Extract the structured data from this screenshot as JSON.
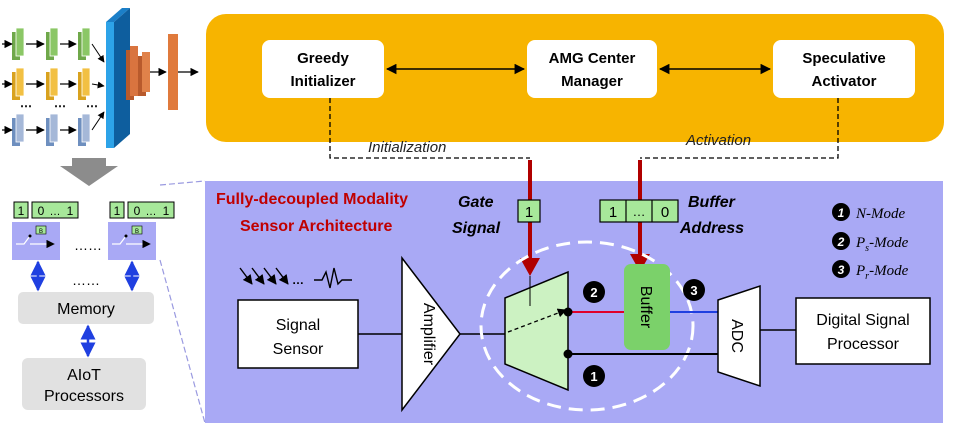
{
  "top_panel": {
    "greedy": [
      "Greedy",
      "Initializer"
    ],
    "amg": [
      "AMG Center",
      "Manager"
    ],
    "spec": [
      "Speculative",
      "Activator"
    ],
    "init_label": "Initialization",
    "activation_label": "Activation"
  },
  "left_panel": {
    "ellipsis": "……",
    "vertical_ellipsis": "……",
    "memory": "Memory",
    "processors": [
      "AIoT",
      "Processors"
    ],
    "badge_one": "1",
    "badge_zero": "0",
    "badge_dots": "…",
    "badge_last": "1",
    "chip_label": "B"
  },
  "main_panel": {
    "title": [
      "Fully-decoupled  Modality",
      "Sensor Architecture"
    ],
    "gate_signal": [
      "Gate",
      "Signal"
    ],
    "gate_value": "1",
    "buffer_address": [
      "Buffer",
      "Address"
    ],
    "addr_first": "1",
    "addr_dots": "…",
    "addr_last": "0",
    "signal_sensor": [
      "Signal",
      "Sensor"
    ],
    "amplifier": "Amplifier",
    "buffer": "Buffer",
    "adc": "ADC",
    "dsp": [
      "Digital Signal",
      "Processor"
    ],
    "sensor_dots": "…",
    "modes": [
      {
        "num": "1",
        "sym": "N",
        "sub": "",
        "suffix": "-Mode"
      },
      {
        "num": "2",
        "sym": "P",
        "sub": "s",
        "suffix": "-Mode"
      },
      {
        "num": "3",
        "sym": "P",
        "sub": "r",
        "suffix": "-Mode"
      }
    ],
    "path_labels": [
      "2",
      "3",
      "1"
    ]
  },
  "colors": {
    "orange": "#F7B400",
    "lavender": "#A9A9F5",
    "green_badge": "#A7E89A",
    "mux_green": "#CCF2C2",
    "buffer_green": "#7BD16A",
    "dark_red": "#B00000",
    "title_red": "#C00000",
    "bus_blue": "#1F3FE0"
  }
}
